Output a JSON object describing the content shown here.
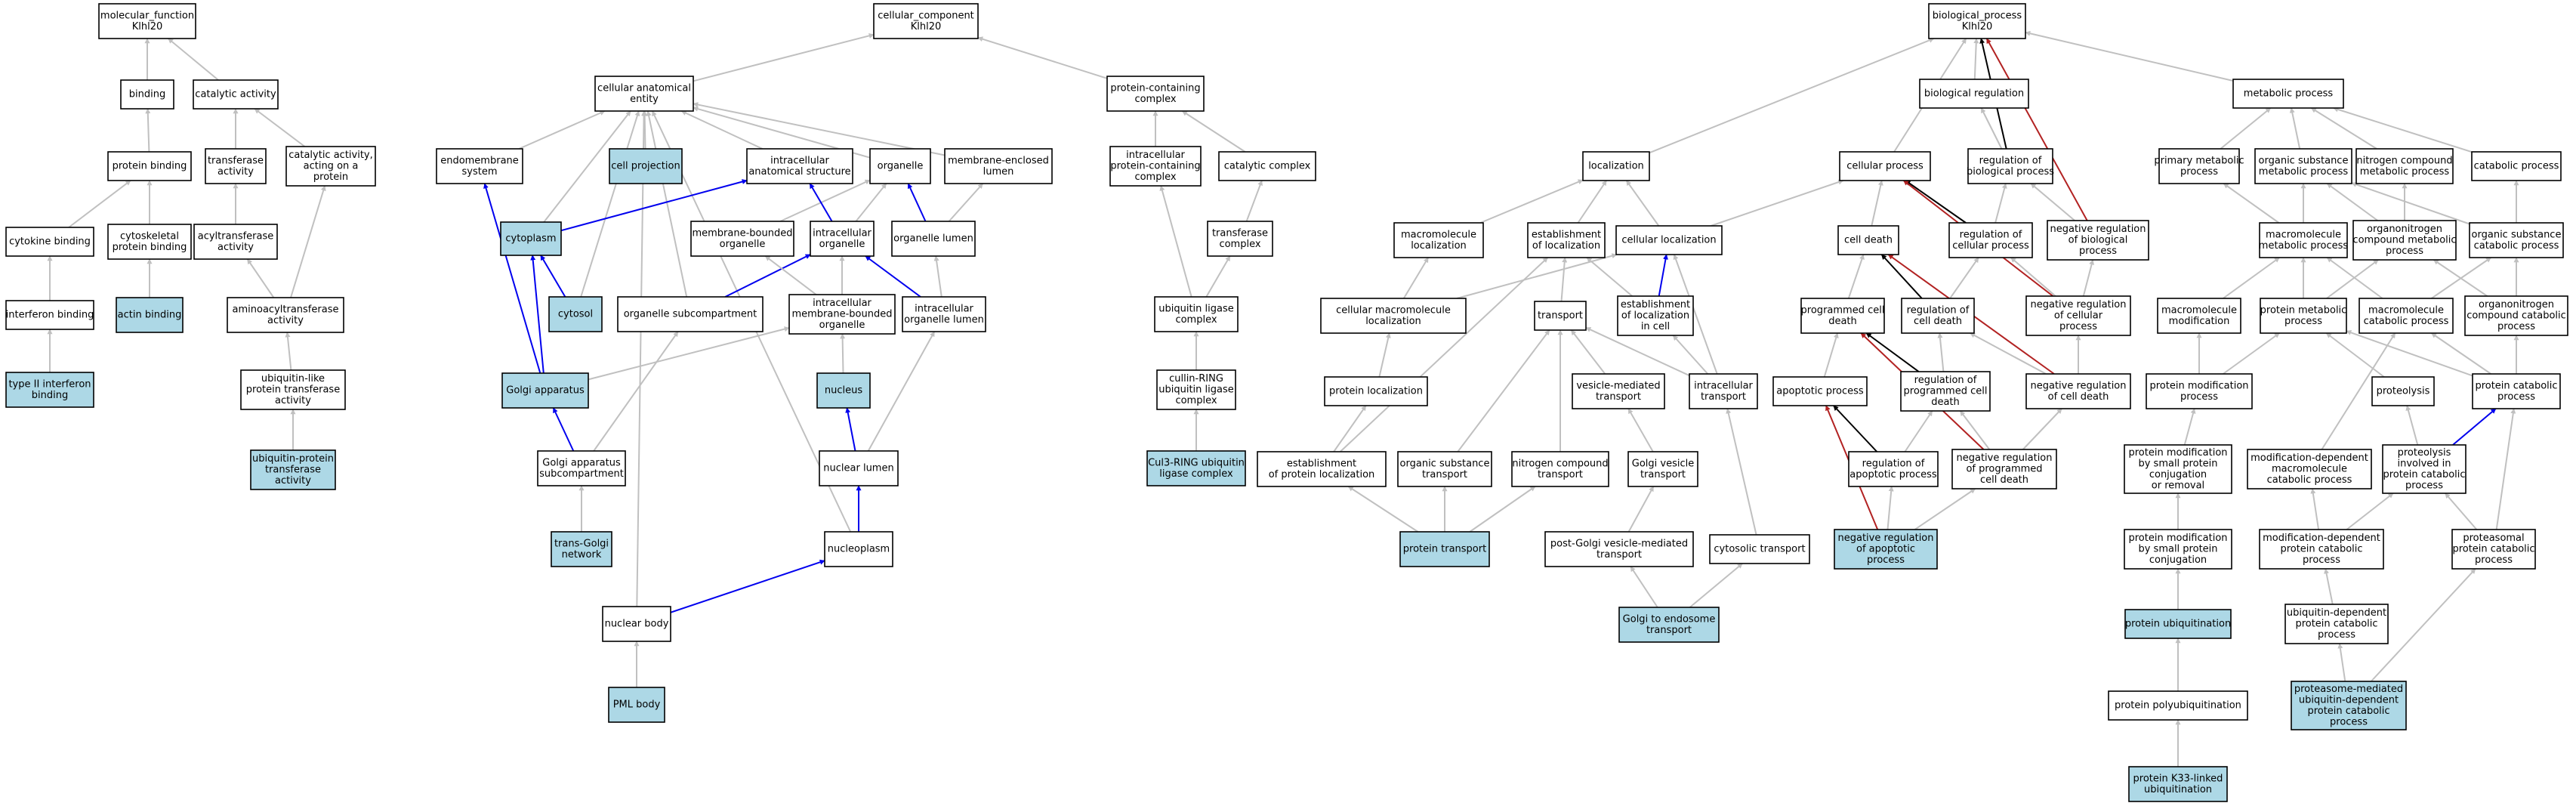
{
  "colors": {
    "annotated_fill": "#add8e6",
    "default_fill": "#ffffff",
    "is_a_edge": "#c0c0c0",
    "part_of_edge": "#0000ee",
    "regulates_edge": "#000000",
    "negatively_regulates_edge": "#b22222"
  },
  "nodes": [
    {
      "id": "mf",
      "lines": [
        "molecular_function",
        "Klhl20"
      ],
      "annotated": false
    },
    {
      "id": "binding",
      "lines": [
        "binding"
      ],
      "annotated": false
    },
    {
      "id": "catact",
      "lines": [
        "catalytic activity"
      ],
      "annotated": false
    },
    {
      "id": "protbind",
      "lines": [
        "protein binding"
      ],
      "annotated": false
    },
    {
      "id": "transferase",
      "lines": [
        "transferase",
        "activity"
      ],
      "annotated": false
    },
    {
      "id": "catprot",
      "lines": [
        "catalytic activity,",
        "acting on a",
        "protein"
      ],
      "annotated": false
    },
    {
      "id": "cytokbind",
      "lines": [
        "cytokine binding"
      ],
      "annotated": false
    },
    {
      "id": "cytoskbind",
      "lines": [
        "cytoskeletal",
        "protein binding"
      ],
      "annotated": false
    },
    {
      "id": "acyltrans",
      "lines": [
        "acyltransferase",
        "activity"
      ],
      "annotated": false
    },
    {
      "id": "ifnbind",
      "lines": [
        "interferon binding"
      ],
      "annotated": false
    },
    {
      "id": "actinbind",
      "lines": [
        "actin binding"
      ],
      "annotated": true
    },
    {
      "id": "aminoacyl",
      "lines": [
        "aminoacyltransferase",
        "activity"
      ],
      "annotated": false
    },
    {
      "id": "ifn2",
      "lines": [
        "type II interferon",
        "binding"
      ],
      "annotated": true
    },
    {
      "id": "ubllike",
      "lines": [
        "ubiquitin-like",
        "protein transferase",
        "activity"
      ],
      "annotated": false
    },
    {
      "id": "ubtrans",
      "lines": [
        "ubiquitin-protein",
        "transferase",
        "activity"
      ],
      "annotated": true
    },
    {
      "id": "cc",
      "lines": [
        "cellular_component",
        "Klhl20"
      ],
      "annotated": false
    },
    {
      "id": "cae",
      "lines": [
        "cellular anatomical",
        "entity"
      ],
      "annotated": false
    },
    {
      "id": "pcc",
      "lines": [
        "protein-containing",
        "complex"
      ],
      "annotated": false
    },
    {
      "id": "endomem",
      "lines": [
        "endomembrane",
        "system"
      ],
      "annotated": false
    },
    {
      "id": "cellproj",
      "lines": [
        "cell projection"
      ],
      "annotated": true
    },
    {
      "id": "ias",
      "lines": [
        "intracellular",
        "anatomical structure"
      ],
      "annotated": false
    },
    {
      "id": "organelle",
      "lines": [
        "organelle"
      ],
      "annotated": false
    },
    {
      "id": "memencl",
      "lines": [
        "membrane-enclosed",
        "lumen"
      ],
      "annotated": false
    },
    {
      "id": "ipcc",
      "lines": [
        "intracellular",
        "protein-containing",
        "complex"
      ],
      "annotated": false
    },
    {
      "id": "catcomplex",
      "lines": [
        "catalytic complex"
      ],
      "annotated": false
    },
    {
      "id": "cytoplasm",
      "lines": [
        "cytoplasm"
      ],
      "annotated": true
    },
    {
      "id": "mbo",
      "lines": [
        "membrane-bounded",
        "organelle"
      ],
      "annotated": false
    },
    {
      "id": "intorg",
      "lines": [
        "intracellular",
        "organelle"
      ],
      "annotated": false
    },
    {
      "id": "orglumen",
      "lines": [
        "organelle lumen"
      ],
      "annotated": false
    },
    {
      "id": "transcomplex",
      "lines": [
        "transferase",
        "complex"
      ],
      "annotated": false
    },
    {
      "id": "cytosol",
      "lines": [
        "cytosol"
      ],
      "annotated": true
    },
    {
      "id": "orgsub",
      "lines": [
        "organelle subcompartment"
      ],
      "annotated": false
    },
    {
      "id": "imbo",
      "lines": [
        "intracellular",
        "membrane-bounded",
        "organelle"
      ],
      "annotated": false
    },
    {
      "id": "intorglumen",
      "lines": [
        "intracellular",
        "organelle lumen"
      ],
      "annotated": false
    },
    {
      "id": "ubligcomplex",
      "lines": [
        "ubiquitin ligase",
        "complex"
      ],
      "annotated": false
    },
    {
      "id": "golgi",
      "lines": [
        "Golgi apparatus"
      ],
      "annotated": true
    },
    {
      "id": "nucleus",
      "lines": [
        "nucleus"
      ],
      "annotated": true
    },
    {
      "id": "cullin",
      "lines": [
        "cullin-RING",
        "ubiquitin ligase",
        "complex"
      ],
      "annotated": false
    },
    {
      "id": "golgisub",
      "lines": [
        "Golgi apparatus",
        "subcompartment"
      ],
      "annotated": false
    },
    {
      "id": "nuclumen",
      "lines": [
        "nuclear lumen"
      ],
      "annotated": false
    },
    {
      "id": "cul3",
      "lines": [
        "Cul3-RING ubiquitin",
        "ligase complex"
      ],
      "annotated": true
    },
    {
      "id": "transgolgi",
      "lines": [
        "trans-Golgi",
        "network"
      ],
      "annotated": true
    },
    {
      "id": "nucleoplasm",
      "lines": [
        "nucleoplasm"
      ],
      "annotated": false
    },
    {
      "id": "nucbody",
      "lines": [
        "nuclear body"
      ],
      "annotated": false
    },
    {
      "id": "pml",
      "lines": [
        "PML body"
      ],
      "annotated": true
    },
    {
      "id": "bp",
      "lines": [
        "biological_process",
        "Klhl20"
      ],
      "annotated": false
    },
    {
      "id": "bioreg",
      "lines": [
        "biological regulation"
      ],
      "annotated": false
    },
    {
      "id": "metab",
      "lines": [
        "metabolic process"
      ],
      "annotated": false
    },
    {
      "id": "localization",
      "lines": [
        "localization"
      ],
      "annotated": false
    },
    {
      "id": "cellproc",
      "lines": [
        "cellular process"
      ],
      "annotated": false
    },
    {
      "id": "regbio",
      "lines": [
        "regulation of",
        "biological process"
      ],
      "annotated": false
    },
    {
      "id": "primmetab",
      "lines": [
        "primary metabolic",
        "process"
      ],
      "annotated": false
    },
    {
      "id": "orgsubmetab",
      "lines": [
        "organic substance",
        "metabolic process"
      ],
      "annotated": false
    },
    {
      "id": "nitmetab",
      "lines": [
        "nitrogen compound",
        "metabolic process"
      ],
      "annotated": false
    },
    {
      "id": "catabolic",
      "lines": [
        "catabolic process"
      ],
      "annotated": false
    },
    {
      "id": "macroloc",
      "lines": [
        "macromolecule",
        "localization"
      ],
      "annotated": false
    },
    {
      "id": "estloc",
      "lines": [
        "establishment",
        "of localization"
      ],
      "annotated": false
    },
    {
      "id": "cellloc",
      "lines": [
        "cellular localization"
      ],
      "annotated": false
    },
    {
      "id": "celldeath",
      "lines": [
        "cell death"
      ],
      "annotated": false
    },
    {
      "id": "regcellproc",
      "lines": [
        "regulation of",
        "cellular process"
      ],
      "annotated": false
    },
    {
      "id": "negregbio",
      "lines": [
        "negative regulation",
        "of biological",
        "process"
      ],
      "annotated": false
    },
    {
      "id": "macrometab",
      "lines": [
        "macromolecule",
        "metabolic process"
      ],
      "annotated": false
    },
    {
      "id": "orgnitmetab",
      "lines": [
        "organonitrogen",
        "compound metabolic",
        "process"
      ],
      "annotated": false
    },
    {
      "id": "orgsubcat",
      "lines": [
        "organic substance",
        "catabolic process"
      ],
      "annotated": false
    },
    {
      "id": "cellmacroloc",
      "lines": [
        "cellular macromolecule",
        "localization"
      ],
      "annotated": false
    },
    {
      "id": "transport",
      "lines": [
        "transport"
      ],
      "annotated": false
    },
    {
      "id": "estlocincell",
      "lines": [
        "establishment",
        "of localization",
        "in cell"
      ],
      "annotated": false
    },
    {
      "id": "pcd",
      "lines": [
        "programmed cell",
        "death"
      ],
      "annotated": false
    },
    {
      "id": "regcelldeath",
      "lines": [
        "regulation of",
        "cell death"
      ],
      "annotated": false
    },
    {
      "id": "negregcellproc",
      "lines": [
        "negative regulation",
        "of cellular",
        "process"
      ],
      "annotated": false
    },
    {
      "id": "macromod",
      "lines": [
        "macromolecule",
        "modification"
      ],
      "annotated": false
    },
    {
      "id": "protmetab",
      "lines": [
        "protein metabolic",
        "process"
      ],
      "annotated": false
    },
    {
      "id": "macrocat",
      "lines": [
        "macromolecule",
        "catabolic process"
      ],
      "annotated": false
    },
    {
      "id": "orgnitcat",
      "lines": [
        "organonitrogen",
        "compound catabolic",
        "process"
      ],
      "annotated": false
    },
    {
      "id": "protloc",
      "lines": [
        "protein localization"
      ],
      "annotated": false
    },
    {
      "id": "vesmed",
      "lines": [
        "vesicle-mediated",
        "transport"
      ],
      "annotated": false
    },
    {
      "id": "inttransport",
      "lines": [
        "intracellular",
        "transport"
      ],
      "annotated": false
    },
    {
      "id": "apoptotic",
      "lines": [
        "apoptotic process"
      ],
      "annotated": false
    },
    {
      "id": "regpcd",
      "lines": [
        "regulation of",
        "programmed cell",
        "death"
      ],
      "annotated": false
    },
    {
      "id": "negregcelldeath",
      "lines": [
        "negative regulation",
        "of cell death"
      ],
      "annotated": false
    },
    {
      "id": "protmod",
      "lines": [
        "protein modification",
        "process"
      ],
      "annotated": false
    },
    {
      "id": "proteolysis",
      "lines": [
        "proteolysis"
      ],
      "annotated": false
    },
    {
      "id": "protcat",
      "lines": [
        "protein catabolic",
        "process"
      ],
      "annotated": false
    },
    {
      "id": "estprotloc",
      "lines": [
        "establishment",
        "of protein localization"
      ],
      "annotated": false
    },
    {
      "id": "orgsubtrans",
      "lines": [
        "organic substance",
        "transport"
      ],
      "annotated": false
    },
    {
      "id": "nittrans",
      "lines": [
        "nitrogen compound",
        "transport"
      ],
      "annotated": false
    },
    {
      "id": "golgives",
      "lines": [
        "Golgi vesicle",
        "transport"
      ],
      "annotated": false
    },
    {
      "id": "regapop",
      "lines": [
        "regulation of",
        "apoptotic process"
      ],
      "annotated": false
    },
    {
      "id": "negregpcd",
      "lines": [
        "negative regulation",
        "of programmed",
        "cell death"
      ],
      "annotated": false
    },
    {
      "id": "pmsp",
      "lines": [
        "protein modification",
        "by small protein",
        "conjugation",
        "or removal"
      ],
      "annotated": false
    },
    {
      "id": "moddepmacro",
      "lines": [
        "modification-dependent",
        "macromolecule",
        "catabolic process"
      ],
      "annotated": false
    },
    {
      "id": "protinvolved",
      "lines": [
        "proteolysis",
        "involved in",
        "protein catabolic",
        "process"
      ],
      "annotated": false
    },
    {
      "id": "prottransport",
      "lines": [
        "protein transport"
      ],
      "annotated": true
    },
    {
      "id": "postgolgi",
      "lines": [
        "post-Golgi vesicle-mediated",
        "transport"
      ],
      "annotated": false
    },
    {
      "id": "cytotrans",
      "lines": [
        "cytosolic transport"
      ],
      "annotated": false
    },
    {
      "id": "negregapop",
      "lines": [
        "negative regulation",
        "of apoptotic",
        "process"
      ],
      "annotated": true
    },
    {
      "id": "pmspc",
      "lines": [
        "protein modification",
        "by small protein",
        "conjugation"
      ],
      "annotated": false
    },
    {
      "id": "moddepprot",
      "lines": [
        "modification-dependent",
        "protein catabolic",
        "process"
      ],
      "annotated": false
    },
    {
      "id": "proteasomal",
      "lines": [
        "proteasomal",
        "protein catabolic",
        "process"
      ],
      "annotated": false
    },
    {
      "id": "golgiendo",
      "lines": [
        "Golgi to endosome",
        "transport"
      ],
      "annotated": true
    },
    {
      "id": "protubiq",
      "lines": [
        "protein ubiquitination"
      ],
      "annotated": true
    },
    {
      "id": "ubdepprot",
      "lines": [
        "ubiquitin-dependent",
        "protein catabolic",
        "process"
      ],
      "annotated": false
    },
    {
      "id": "protpolyubiq",
      "lines": [
        "protein polyubiquitination"
      ],
      "annotated": false
    },
    {
      "id": "proteasomeub",
      "lines": [
        "proteasome-mediated",
        "ubiquitin-dependent",
        "protein catabolic",
        "process"
      ],
      "annotated": true
    },
    {
      "id": "k33",
      "lines": [
        "protein K33-linked",
        "ubiquitination"
      ],
      "annotated": true
    }
  ]
}
